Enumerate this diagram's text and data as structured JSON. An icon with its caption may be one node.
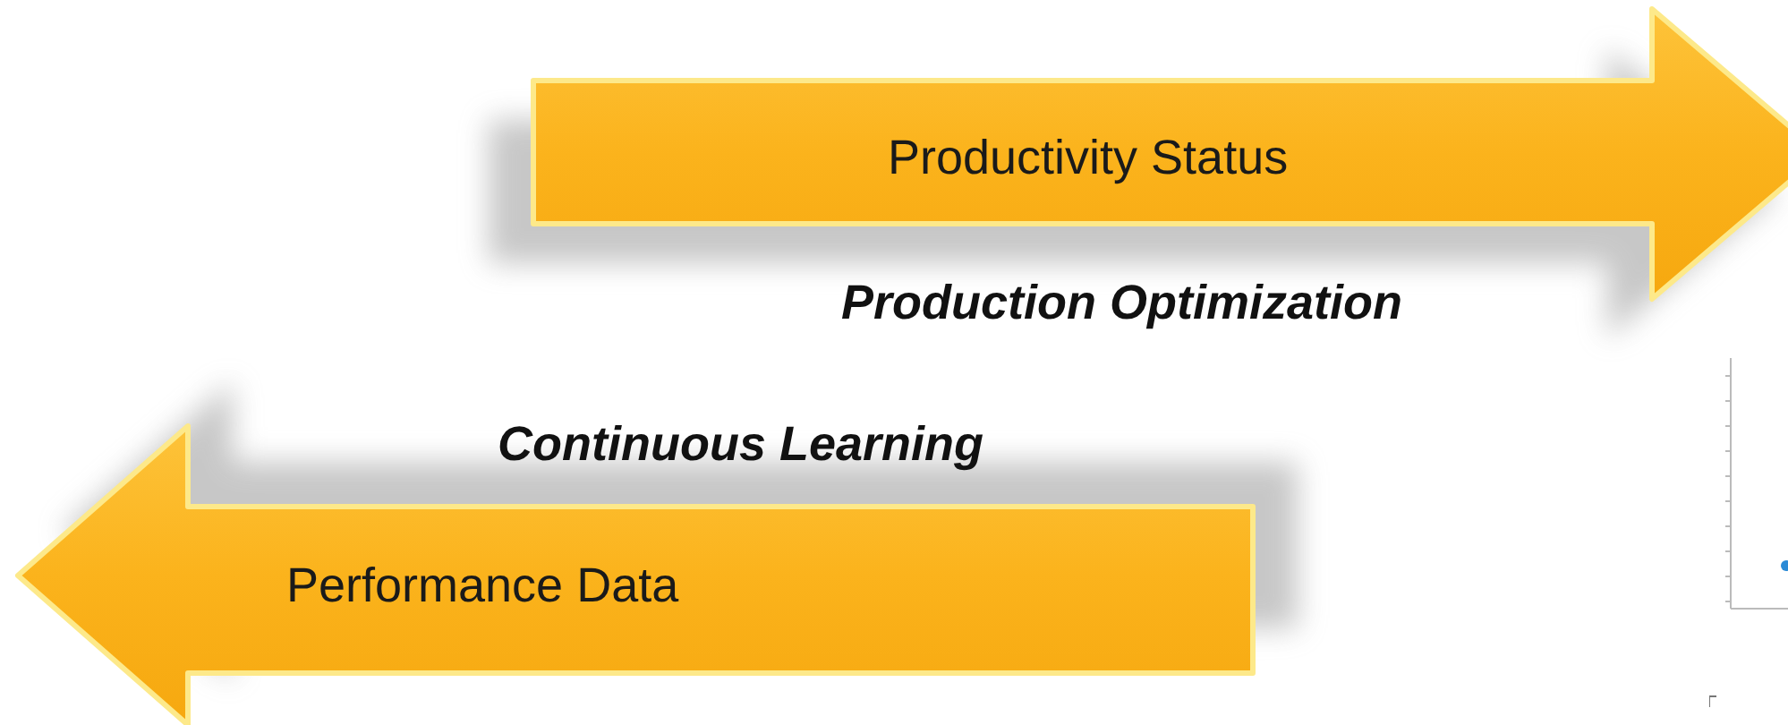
{
  "diagram": {
    "nodes": [
      {
        "text": [
          "Productivity Status"
        ]
      },
      {
        "text": [
          "Performance Data"
        ]
      }
    ],
    "labels": [
      "Production Optimization",
      "Continuous Learning"
    ]
  }
}
